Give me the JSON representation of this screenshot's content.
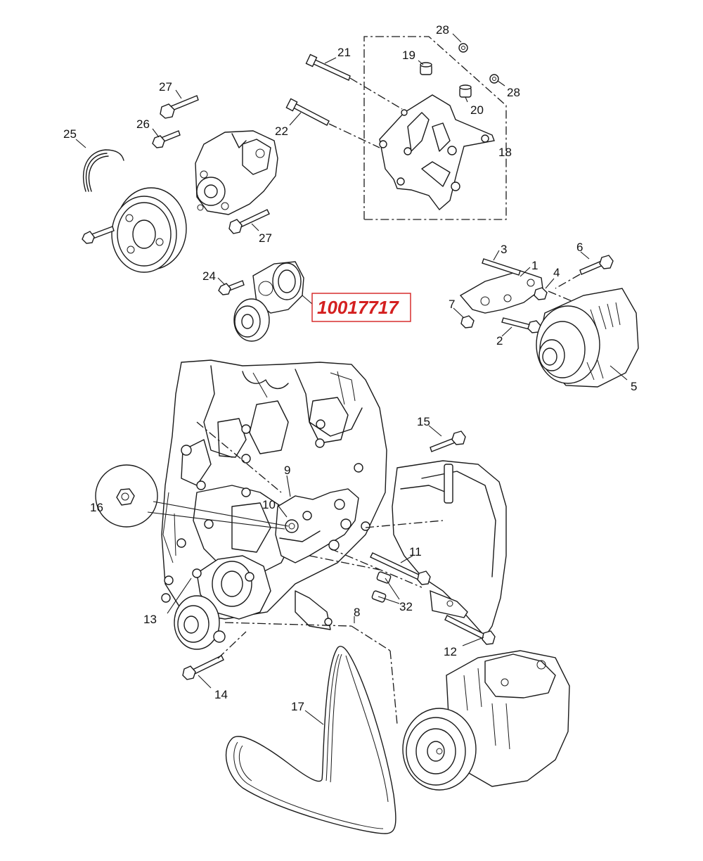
{
  "callout": {
    "part_number": "10017717",
    "color": "#d42020"
  },
  "labels": {
    "l1": "1",
    "l2": "2",
    "l3": "3",
    "l4": "4",
    "l5": "5",
    "l6": "6",
    "l7": "7",
    "l8": "8",
    "l9": "9",
    "l10": "10",
    "l11": "11",
    "l12": "12",
    "l13": "13",
    "l14": "14",
    "l15": "15",
    "l16": "16",
    "l17": "17",
    "l18": "18",
    "l19": "19",
    "l20": "20",
    "l21": "21",
    "l22": "22",
    "l24": "24",
    "l25": "25",
    "l26": "26",
    "l27a": "27",
    "l27b": "27",
    "l28a": "28",
    "l28b": "28",
    "l32": "32"
  }
}
